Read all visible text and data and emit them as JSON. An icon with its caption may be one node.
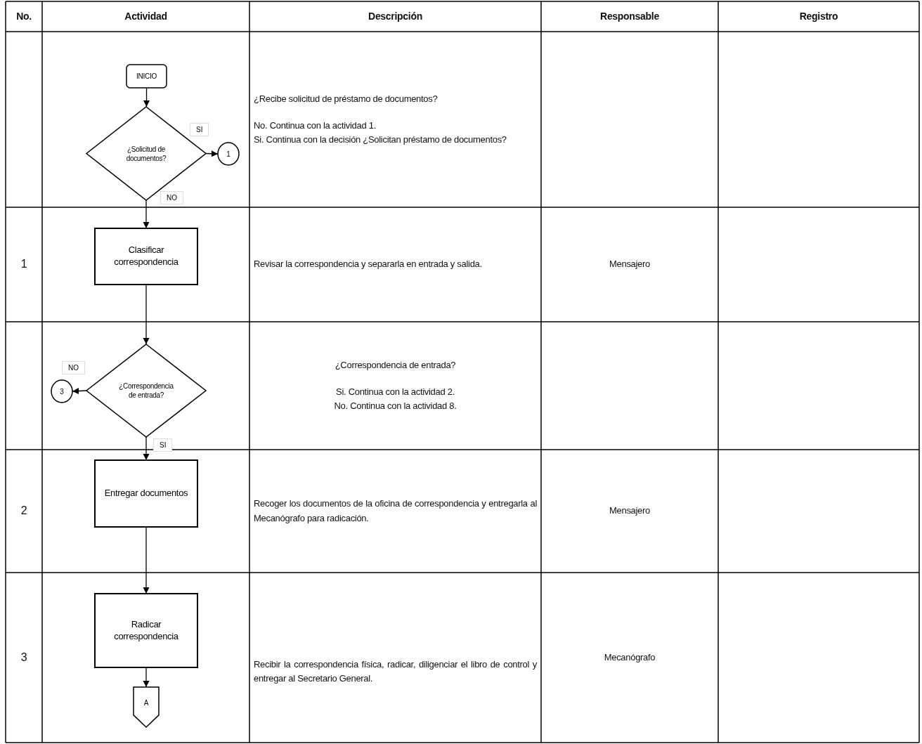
{
  "diagram": {
    "nodes": [
      {
        "text": [
          "INICIO"
        ]
      },
      {
        "text": [
          "¿Solicitud de documentos?"
        ]
      },
      {
        "text": [
          "1"
        ]
      },
      {
        "text": [
          "Clasificar correspondencia"
        ]
      },
      {
        "text": [
          "¿Correspondencia de entrada?"
        ]
      },
      {
        "text": [
          "3"
        ]
      },
      {
        "text": [
          "Entregar documentos"
        ]
      },
      {
        "text": [
          "Radicar correspondencia"
        ]
      },
      {
        "text": [
          "A"
        ]
      }
    ],
    "edges": [
      {
        "from": 0,
        "to": 1,
        "arrow": "to"
      },
      {
        "from": 1,
        "to": 2,
        "arrow": "to",
        "label": "SI"
      },
      {
        "from": 1,
        "to": 3,
        "arrow": "to",
        "label": "NO"
      },
      {
        "from": 3,
        "to": 4,
        "arrow": "to"
      },
      {
        "from": 4,
        "to": 5,
        "arrow": "to",
        "label": "NO"
      },
      {
        "from": 4,
        "to": 6,
        "arrow": "to",
        "label": "SI"
      },
      {
        "from": 6,
        "to": 7,
        "arrow": "to"
      },
      {
        "from": 7,
        "to": 8,
        "arrow": "to"
      }
    ],
    "labels": [
      "No.",
      "Actividad",
      "Descripción",
      "Responsable",
      "Registro",
      "¿Recibe solicitud de préstamo de documentos?",
      "No. Continua con la actividad 1.",
      "Si. Continua con la decisión ¿Solicitan préstamo de documentos?",
      "1",
      "Revisar la correspondencia y separarla en entrada y salida.",
      "Mensajero",
      "¿Correspondencia de entrada?",
      "Si. Continua con la actividad 2.",
      "No. Continua con la actividad 8.",
      "2",
      "Recoger los documentos de la oficina de correspondencia y entregarla al Mecanógrafo para radicación.",
      "Mensajero",
      "3",
      "Recibir la correspondencia física, radicar, diligenciar el libro de control y entregar al Secretario General.",
      "Mecanógrafo"
    ]
  }
}
